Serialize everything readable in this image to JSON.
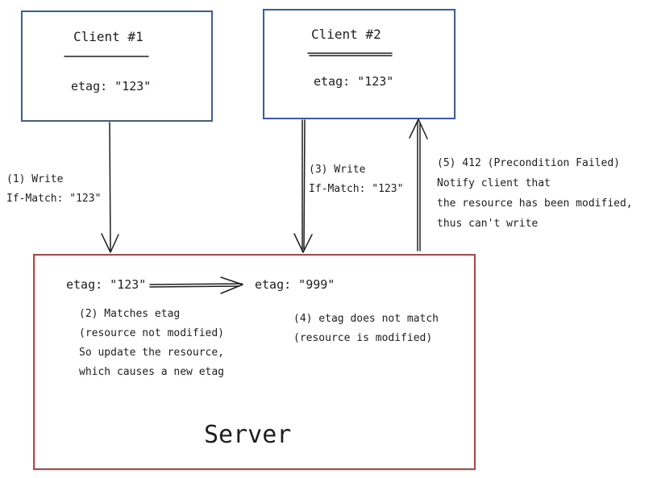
{
  "client1": {
    "title": "Client #1",
    "etag": "etag: \"123\""
  },
  "client2": {
    "title": "Client #2",
    "etag": "etag: \"123\""
  },
  "server": {
    "label": "Server",
    "etag_old": "etag: \"123\"",
    "etag_new": "etag: \"999\"",
    "note_match": [
      "(2) Matches etag",
      "(resource not modified)",
      "So update the resource,",
      "which causes a new etag"
    ],
    "note_mismatch": [
      "(4) etag does not match",
      "(resource is modified)"
    ]
  },
  "step1": [
    "(1) Write",
    "If-Match: \"123\""
  ],
  "step3": [
    "(3) Write",
    "If-Match: \"123\""
  ],
  "step5": [
    "(5) 412 (Precondition Failed)",
    "Notify client that",
    "the resource has been modified,",
    "thus can't write"
  ],
  "colors": {
    "client_border": "#3a5bb5",
    "server_border": "#d03a3a",
    "ink": "#1e1e1e"
  }
}
